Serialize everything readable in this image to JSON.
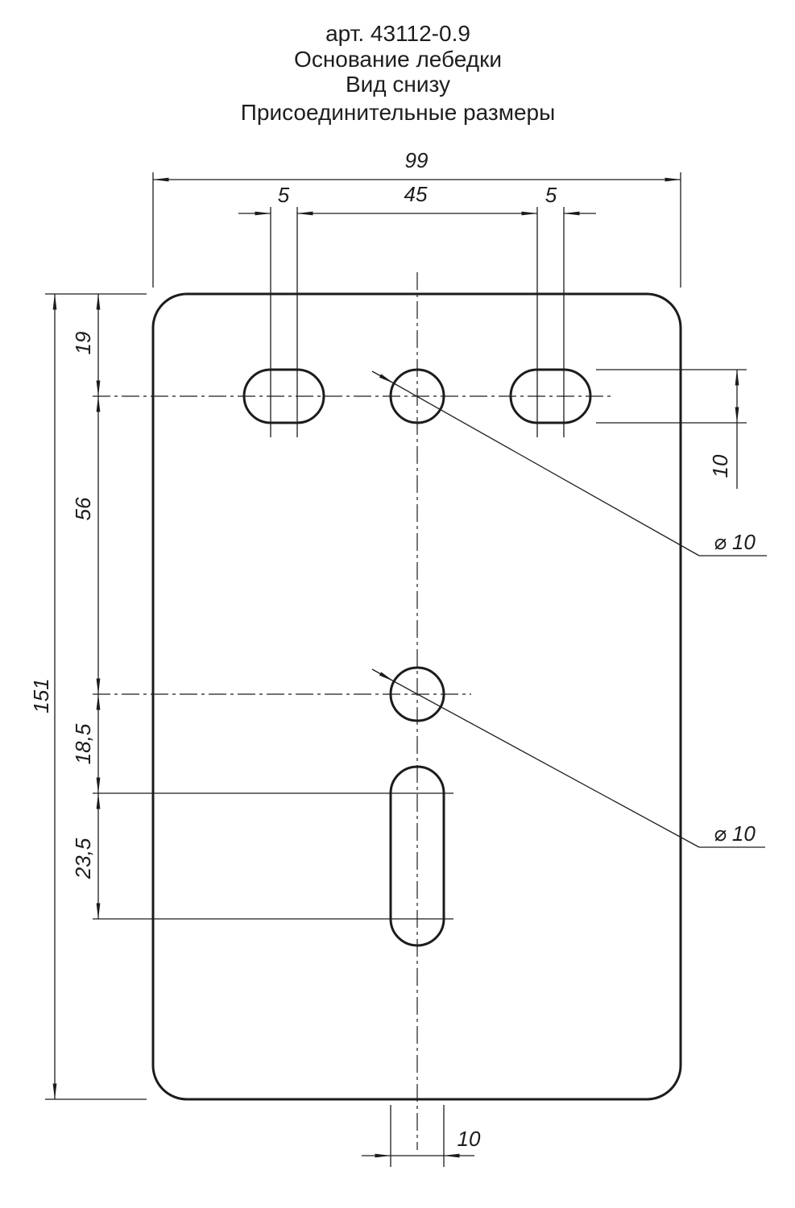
{
  "title": {
    "line1": "арт. 43112-0.9",
    "line2": "Основание лебедки",
    "line3": "Вид снизу",
    "line4": "Присоединительные размеры"
  },
  "dimensions": {
    "width_total": "99",
    "slot_offset_left": "5",
    "hole_spacing": "45",
    "slot_offset_right": "5",
    "top_edge_to_hole_row": "19",
    "hole_row_to_center_hole": "56",
    "height_total": "151",
    "center_hole_to_slot": "18,5",
    "slot_center_length": "23,5",
    "slot_height_right": "10",
    "hole_diameter_top": "⌀ 10",
    "hole_diameter_middle": "⌀ 10",
    "slot_width_bottom": "10"
  }
}
